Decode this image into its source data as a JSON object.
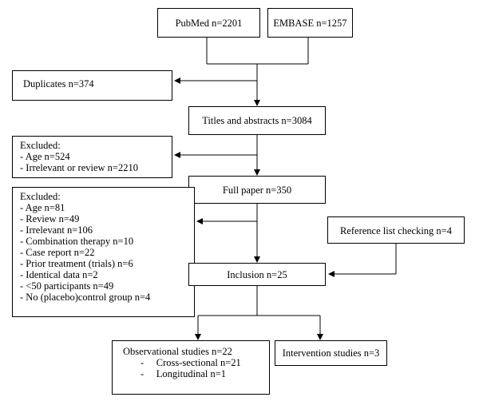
{
  "boxes": {
    "pubmed": "PubMed n=2201",
    "embase": "EMBASE n=1257",
    "duplicates": "Duplicates n=374",
    "titles": "Titles and abstracts n=3084",
    "excluded1": {
      "title": "Excluded:",
      "items": [
        "- Age n=524",
        "- Irrelevant or review n=2210"
      ]
    },
    "fullpaper": "Full paper n=350",
    "excluded2": {
      "title": "Excluded:",
      "items": [
        "- Age n=81",
        "- Review n=49",
        "- Irrelevant n=106",
        "- Combination therapy n=10",
        "- Case report n=22",
        "- Prior treatment (trials) n=6",
        "- Identical data n=2",
        "- <50 participants n=49",
        "- No (placebo)control group n=4"
      ]
    },
    "reflist": "Reference list checking n=4",
    "inclusion": "Inclusion n=25",
    "observational": {
      "title": "Observational studies n=22",
      "items": [
        "-     Cross-sectional n=21",
        "-     Longitudinal n=1"
      ]
    },
    "intervention": "Intervention studies n=3"
  }
}
